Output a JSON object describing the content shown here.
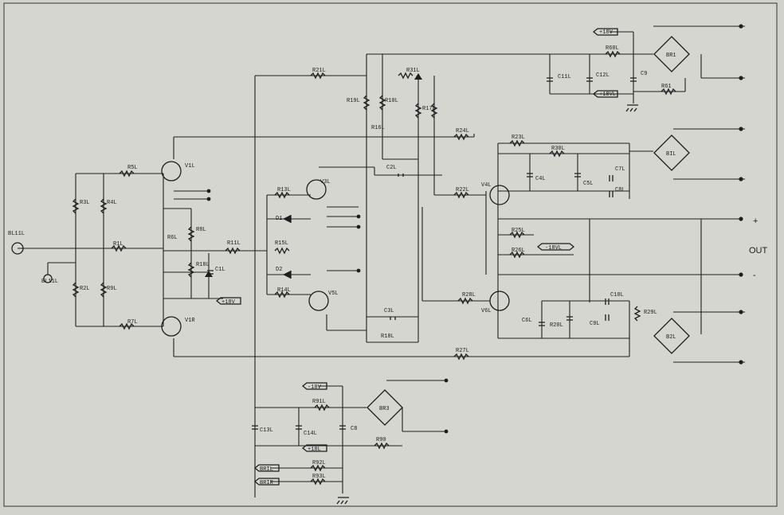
{
  "schematic": {
    "output_label": "OUT",
    "plus_sign": "+",
    "minus_sign": "-",
    "input_left": "BL11L",
    "input_left2": "BL11L",
    "left": {
      "r_top": "R5L",
      "v_top": "V1L",
      "r_a": "R3L",
      "r_b": "R4L",
      "r_mid": "R1L",
      "r_pot": "R6L",
      "r_c": "R2L",
      "r_d": "R9L",
      "r_low": "R7L",
      "v_low": "V1R",
      "r_q": "R8L",
      "r_x": "R11L",
      "r_y": "R18L",
      "c_x": "C1L",
      "tag": "+18V"
    },
    "mid": {
      "r_14": "R14L",
      "r_13": "R13L",
      "r_15": "R15L",
      "r_16": "R16L",
      "r_17": "R17L",
      "r_18": "R18L",
      "r_19": "R19L",
      "d1": "D1",
      "d2": "D2",
      "v3": "V3L",
      "v5": "V5L",
      "c2": "C2L",
      "c3": "C3L",
      "r_10": "R10L",
      "r_top": "R21L",
      "r_pot": "R31L",
      "r_24": "R24L",
      "r_27": "R27L"
    },
    "right": {
      "v4": "V4L",
      "v6": "V6L",
      "r_22": "R22L",
      "r_26": "R26L",
      "r_28": "R28L",
      "r_23": "R23L",
      "r_25": "R25L",
      "r_30": "R30L",
      "c4": "C4L",
      "c5": "C5L",
      "c6": "C6L",
      "c7": "C7L",
      "c8": "C8L",
      "c9": "C9L",
      "c10": "C10L",
      "r_29": "R29L",
      "r_20": "R20L",
      "tag1": "-18VL",
      "tag2": "+18VL"
    },
    "psu_top": {
      "tag_a": "+18V",
      "tag_b": "+18VL",
      "r_a": "R60L",
      "r_b": "R61",
      "c_a": "C11L",
      "c_b": "C12L",
      "c_c": "C9",
      "bridge": "BR1"
    },
    "psu_bot": {
      "tag_a": "-18V",
      "tag_b": "+18L",
      "tag_c": "BRIL",
      "tag_d": "BRIR",
      "r_a": "R91L",
      "r_b": "R92L",
      "r_c": "R93L",
      "r_d": "R90",
      "c_a": "C13L",
      "c_b": "C14L",
      "c_c": "C8",
      "bridge": "BR3"
    },
    "bridges": {
      "b1": "BIL",
      "b2": "B2L"
    }
  }
}
